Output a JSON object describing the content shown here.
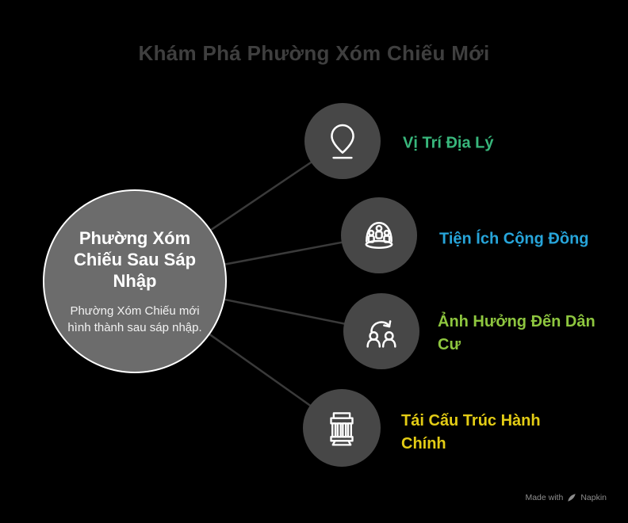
{
  "title": "Khám Phá Phường Xóm Chiếu Mới",
  "center_node": {
    "heading": "Phường Xóm Chiếu Sau Sáp Nhập",
    "body": "Phường Xóm Chiếu mới hình thành sau sáp nhập."
  },
  "branches": [
    {
      "label": "Vị Trí Địa Lý",
      "icon": "location-pin-icon",
      "color": "#38b77c"
    },
    {
      "label": "Tiện Ích Cộng Đồng",
      "icon": "community-dome-icon",
      "color": "#27a5da"
    },
    {
      "label": "Ảnh Hưởng Đến Dân Cư",
      "icon": "population-change-icon",
      "color": "#8ec63f"
    },
    {
      "label": "Tái Cấu Trúc Hành Chính",
      "icon": "government-building-icon",
      "color": "#e3cc15"
    }
  ],
  "footer": {
    "text": "Made with",
    "brand": "Napkin"
  },
  "theme": {
    "background": "#000000",
    "title_color": "#3f3f3f",
    "center_fill": "#6c6c6c",
    "node_fill": "#474747",
    "connector_color": "#3a3a3a",
    "icon_color": "#ffffff",
    "footer_color": "#8d8d8d"
  }
}
